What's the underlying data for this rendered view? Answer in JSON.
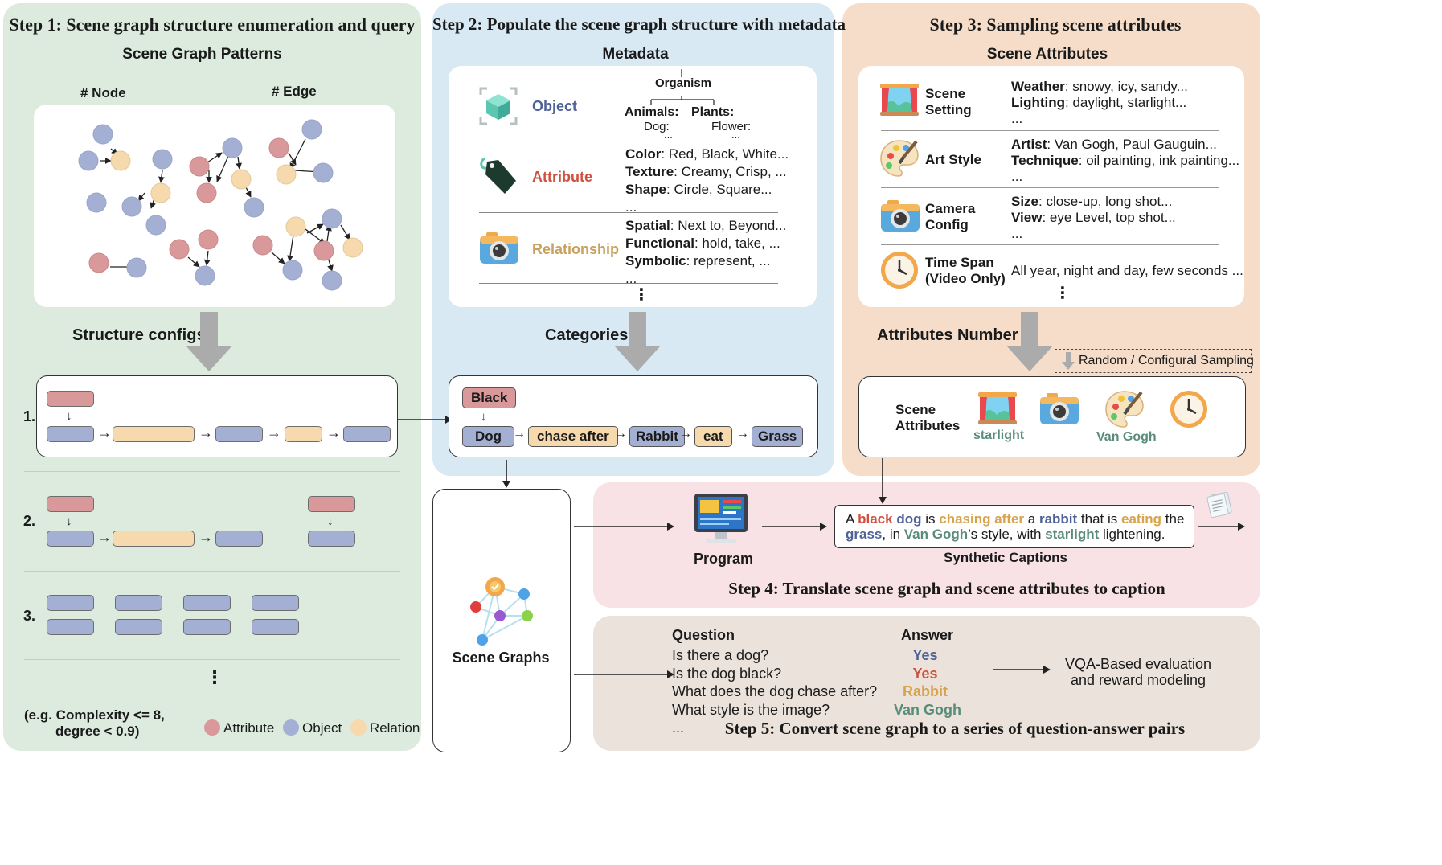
{
  "colors": {
    "step1_bg": "#dcebdd",
    "step2_bg": "#d8e9f4",
    "step3_bg": "#f5ddca",
    "step4_bg": "#f9e2e6",
    "step5_bg": "#ebe3db",
    "attribute": "#d9999b",
    "object": "#a4b0d3",
    "relation": "#f6d9ad"
  },
  "step1": {
    "title": "Step 1: Scene graph structure enumeration and query",
    "patterns_title": "Scene Graph Patterns",
    "node_label": "# Node",
    "edge_label": "# Edge",
    "configs_label": "Structure configs",
    "config_numbers": [
      "1.",
      "2.",
      "3."
    ],
    "ellipsis": "⋮",
    "note_line1": "(e.g. Complexity <= 8,",
    "note_line2": "degree < 0.9)",
    "legend": {
      "attribute": "Attribute",
      "object": "Object",
      "relation": "Relation"
    }
  },
  "step2": {
    "title": "Step 2: Populate the scene graph structure with metadata",
    "metadata_title": "Metadata",
    "rows": [
      {
        "name": "Object",
        "icon": "cube-icon"
      },
      {
        "name": "Attribute",
        "icon": "tag-icon"
      },
      {
        "name": "Relationship",
        "icon": "camera-icon"
      }
    ],
    "tree": {
      "root": "Organism",
      "left": "Animals:",
      "right": "Plants:",
      "left_child": "Dog:",
      "right_child": "Flower:",
      "dots": "..."
    },
    "attribute_lines": [
      {
        "key": "Color",
        "val": ": Red, Black, White..."
      },
      {
        "key": "Texture",
        "val": ": Creamy, Crisp, ..."
      },
      {
        "key": "Shape",
        "val": ": Circle, Square..."
      }
    ],
    "relationship_lines": [
      {
        "key": "Spatial",
        "val": ": Next to, Beyond..."
      },
      {
        "key": "Functional",
        "val": ": hold, take, ..."
      },
      {
        "key": "Symbolic",
        "val": ": represent, ..."
      }
    ],
    "dots": "...",
    "vdots": "⋮",
    "categories_label": "Categories",
    "example": {
      "attr": "Black",
      "obj1": "Dog",
      "rel1": "chase after",
      "obj2": "Rabbit",
      "rel2": "eat",
      "obj3": "Grass"
    }
  },
  "step3": {
    "title": "Step 3: Sampling scene attributes",
    "attributes_title": "Scene Attributes",
    "rows": [
      {
        "name1": "Scene",
        "name2": "Setting",
        "l1k": "Weather",
        "l1v": ": snowy, icy, sandy...",
        "l2k": "Lighting",
        "l2v": ": daylight, starlight...",
        "l3": "..."
      },
      {
        "name1": "Art Style",
        "name2": "",
        "l1k": "Artist",
        "l1v": ": Van Gogh, Paul Gauguin...",
        "l2k": "Technique",
        "l2v": ": oil painting, ink painting...",
        "l3": "..."
      },
      {
        "name1": "Camera",
        "name2": "Config",
        "l1k": "Size",
        "l1v": ": close-up, long shot...",
        "l2k": "View",
        "l2v": ": eye Level, top shot...",
        "l3": "..."
      },
      {
        "name1": "Time Span",
        "name2": "(Video Only)",
        "l1k": "",
        "l1v": "All year, night and day, few seconds ...",
        "l2k": "",
        "l2v": "",
        "l3": ""
      }
    ],
    "vdots": "⋮",
    "attr_number_label": "Attributes Number",
    "sampling_label": "Random / Configural Sampling",
    "scene_attr_label1": "Scene",
    "scene_attr_label2": "Attributes",
    "sampled": {
      "starlight": "starlight",
      "van_gogh": "Van Gogh"
    }
  },
  "step4": {
    "title": "Step 4: Translate scene graph and scene attributes to caption",
    "program_label": "Program",
    "synthetic_label": "Synthetic Captions",
    "caption": {
      "a": "A ",
      "black": "black",
      "dog": "dog",
      "is": " is ",
      "chasing_after": "chasing after",
      "a2": " a ",
      "rabbit": "rabbit",
      "that_is": " that is ",
      "eating": "eating",
      "the": " the",
      "grass": "grass",
      "in": ", in ",
      "van_gogh": "Van Gogh",
      "style_with": "’s style, with ",
      "starlight": "starlight",
      "lightening": " lightening."
    }
  },
  "scene_graphs_label": "Scene Graphs",
  "step5": {
    "title": "Step 5: Convert scene graph to a series of question-answer pairs",
    "question_header": "Question",
    "answer_header": "Answer",
    "questions": [
      "Is there a dog?",
      "Is the dog black?",
      "What does the dog chase after?",
      "What style is the image?",
      "..."
    ],
    "answers": [
      "Yes",
      "Yes",
      "Rabbit",
      "Van Gogh"
    ],
    "vqa_line1": "VQA-Based evaluation",
    "vqa_line2": "and reward modeling"
  }
}
